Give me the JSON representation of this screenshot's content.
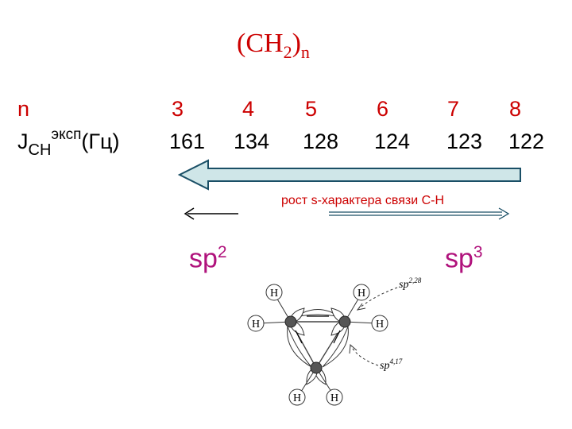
{
  "formula": {
    "main": "(CH",
    "sub": "2",
    "close": ")",
    "n": "n"
  },
  "row_n": {
    "label": "n",
    "values": [
      "3",
      "4",
      "5",
      "6",
      "7",
      "8"
    ]
  },
  "row_j": {
    "label_main": "J",
    "label_sub": "CH",
    "label_sup": "эксп",
    "label_unit": "(Гц)",
    "values": [
      "161",
      "134",
      "128",
      "124",
      "123",
      "122"
    ]
  },
  "growth_text": "рост s-характера связи C-H",
  "sp2": {
    "base": "sp",
    "exp": "2"
  },
  "sp3": {
    "base": "sp",
    "exp": "3"
  },
  "molecule": {
    "atom_label": "H",
    "hybrid_top": {
      "base": "sp",
      "exp": "2,28"
    },
    "hybrid_bottom": {
      "base": "sp",
      "exp": "4,17"
    }
  },
  "colors": {
    "red": "#cc0000",
    "magenta": "#b0127c",
    "arrow_fill": "#cfe6e8",
    "arrow_stroke": "#1a4f66"
  }
}
